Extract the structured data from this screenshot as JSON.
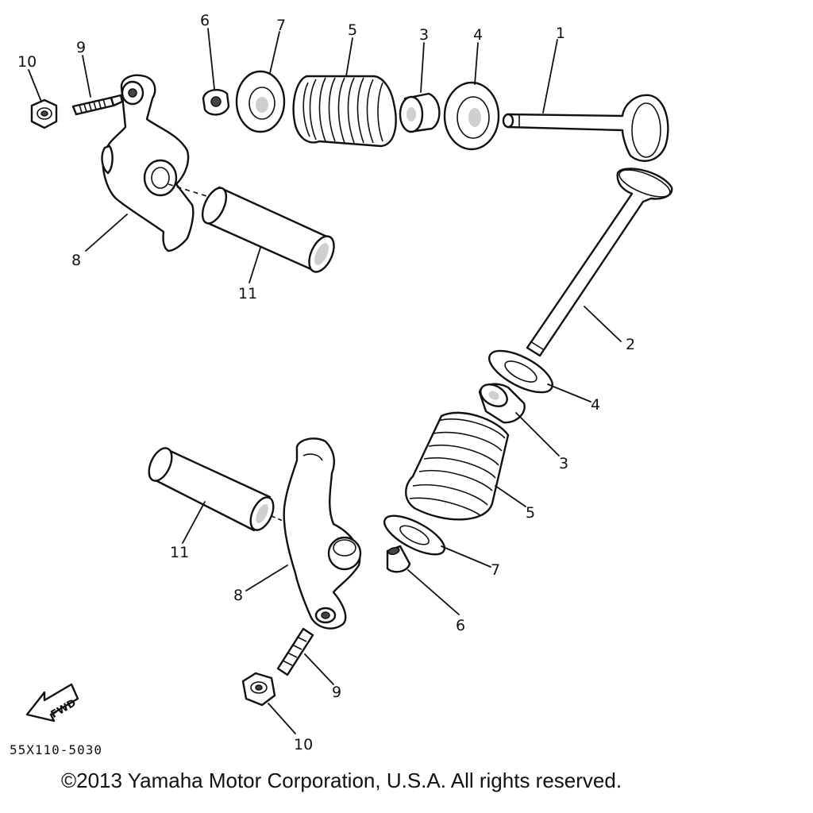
{
  "callouts": {
    "top": [
      "10",
      "9",
      "6",
      "7",
      "5",
      "3",
      "4",
      "1",
      "8",
      "11"
    ],
    "bottom": [
      "2",
      "4",
      "3",
      "5",
      "7",
      "6",
      "11",
      "8",
      "9",
      "10"
    ]
  },
  "fwd_label": "FWD",
  "diagram_code": "55X110-5030",
  "copyright": "©2013 Yamaha Motor Corporation, U.S.A. All rights reserved."
}
